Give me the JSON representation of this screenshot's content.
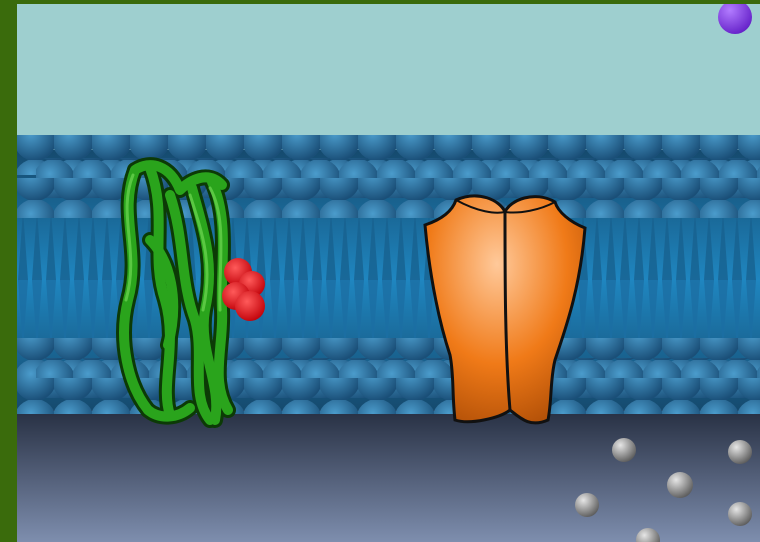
{
  "scene": {
    "colors": {
      "frame": "#3a6b0c",
      "extracellular": "#9ecfcf",
      "lipid_head": "#2e76a8",
      "lipid_tail": "#1d7fb5",
      "cytoplasm_top": "#2c3446",
      "cytoplasm_bottom": "#7a8aa8",
      "receptor_protein": "#2aa41c",
      "ligand": "#e8141c",
      "channel_protein": "#f07a18",
      "particle_extracellular": "#8a3fe0",
      "particle_cytoplasm": "#8c8c8c"
    },
    "elements": {
      "extracellular_region": "extracellular-space",
      "membrane": "phospholipid-bilayer",
      "receptor": "green-transmembrane-protein",
      "ligand": "red-ligand-molecule",
      "channel": "orange-channel-protein",
      "particles": "ions"
    }
  }
}
